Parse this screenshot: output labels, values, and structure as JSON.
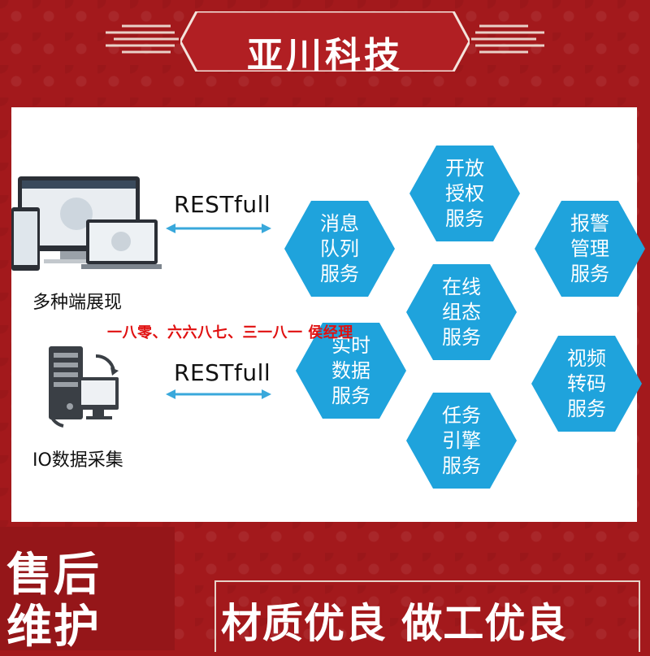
{
  "company_name": "亚川科技",
  "clients": [
    {
      "label": "多种端展现"
    },
    {
      "label": "IO数据采集"
    }
  ],
  "connections": [
    {
      "label": "RESTfull"
    },
    {
      "label": "RESTfull"
    }
  ],
  "services": [
    {
      "label": [
        "开放",
        "授权",
        "服务"
      ]
    },
    {
      "label": [
        "消息",
        "队列",
        "服务"
      ]
    },
    {
      "label": [
        "报警",
        "管理",
        "服务"
      ]
    },
    {
      "label": [
        "在线",
        "组态",
        "服务"
      ]
    },
    {
      "label": [
        "实时",
        "数据",
        "服务"
      ]
    },
    {
      "label": [
        "视频",
        "转码",
        "服务"
      ]
    },
    {
      "label": [
        "任务",
        "引擎",
        "服务"
      ]
    }
  ],
  "watermark": "一八零、六六八七、三一八一 侯经理",
  "after_sales": [
    "售后",
    "维护"
  ],
  "slogan": "材质优良  做工优良",
  "colors": {
    "background_red": "#a3191c",
    "hexagon_blue": "#1fa3dc",
    "arrow_blue": "#39a8db",
    "watermark_red": "#e01010"
  }
}
